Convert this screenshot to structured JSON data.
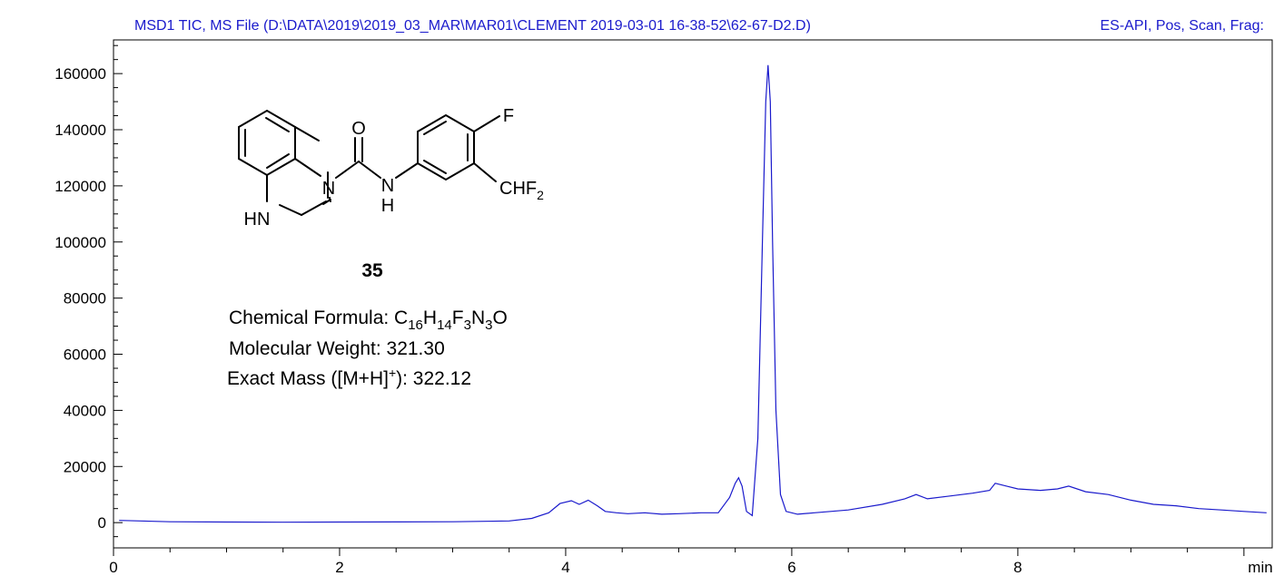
{
  "header": {
    "left": "MSD1 TIC, MS File (D:\\DATA\\2019\\2019_03_MAR\\MAR01\\CLEMENT 2019-03-01 16-38-52\\62-67-D2.D)",
    "right": "ES-API, Pos, Scan, Frag:"
  },
  "compound": {
    "number": "35",
    "atoms": {
      "o": "O",
      "n_ring": "N",
      "nh_n": "N",
      "nh_h": "H",
      "hn": "HN",
      "f": "F",
      "chf2": "CHF",
      "chf2_sub": "2"
    },
    "formula_label": "Chemical Formula: C",
    "formula_parts": [
      "16",
      "H",
      "14",
      "F",
      "3",
      "N",
      "3",
      "O"
    ],
    "mw": "Molecular Weight: 321.30",
    "exact_mass_pre": "Exact Mass ([M+H]",
    "exact_mass_sup": "+",
    "exact_mass_post": "): 322.12"
  },
  "colors": {
    "trace": "#1a1acc",
    "header": "#1a1acc",
    "axis": "#000000"
  },
  "chart_data": {
    "type": "line",
    "xlabel": "min",
    "ylabel": "",
    "xlim": [
      0,
      10.25
    ],
    "ylim": [
      -9000,
      172000
    ],
    "xticks": [
      "0",
      "2",
      "4",
      "6",
      "8"
    ],
    "yticks": [
      "0",
      "20000",
      "40000",
      "60000",
      "80000",
      "100000",
      "120000",
      "140000",
      "160000"
    ],
    "series": [
      {
        "x": [
          0.05,
          0.5,
          1.0,
          1.5,
          2.0,
          2.5,
          3.0,
          3.5,
          3.7,
          3.85,
          3.95,
          4.05,
          4.12,
          4.2,
          4.28,
          4.35,
          4.45,
          4.55,
          4.7,
          4.85,
          5.0,
          5.2,
          5.35,
          5.45,
          5.5,
          5.53,
          5.56,
          5.6,
          5.65,
          5.7,
          5.74,
          5.77,
          5.79,
          5.81,
          5.83,
          5.86,
          5.9,
          5.95,
          6.05,
          6.2,
          6.5,
          6.8,
          7.0,
          7.1,
          7.2,
          7.4,
          7.6,
          7.75,
          7.8,
          7.9,
          8.0,
          8.2,
          8.35,
          8.45,
          8.6,
          8.8,
          9.0,
          9.2,
          9.4,
          9.6,
          9.8,
          10.0,
          10.2
        ],
        "y": [
          800,
          300,
          200,
          150,
          200,
          250,
          300,
          600,
          1500,
          3500,
          6800,
          7800,
          6500,
          8000,
          6000,
          4000,
          3500,
          3200,
          3500,
          3000,
          3200,
          3500,
          3500,
          9000,
          14000,
          16000,
          13000,
          4000,
          2500,
          30000,
          100000,
          150000,
          163000,
          150000,
          100000,
          40000,
          10000,
          4000,
          3000,
          3500,
          4500,
          6500,
          8500,
          10000,
          8500,
          9500,
          10500,
          11500,
          14000,
          13000,
          12000,
          11500,
          12000,
          13000,
          11000,
          10000,
          8000,
          6500,
          6000,
          5000,
          4500,
          4000,
          3500
        ]
      }
    ]
  }
}
